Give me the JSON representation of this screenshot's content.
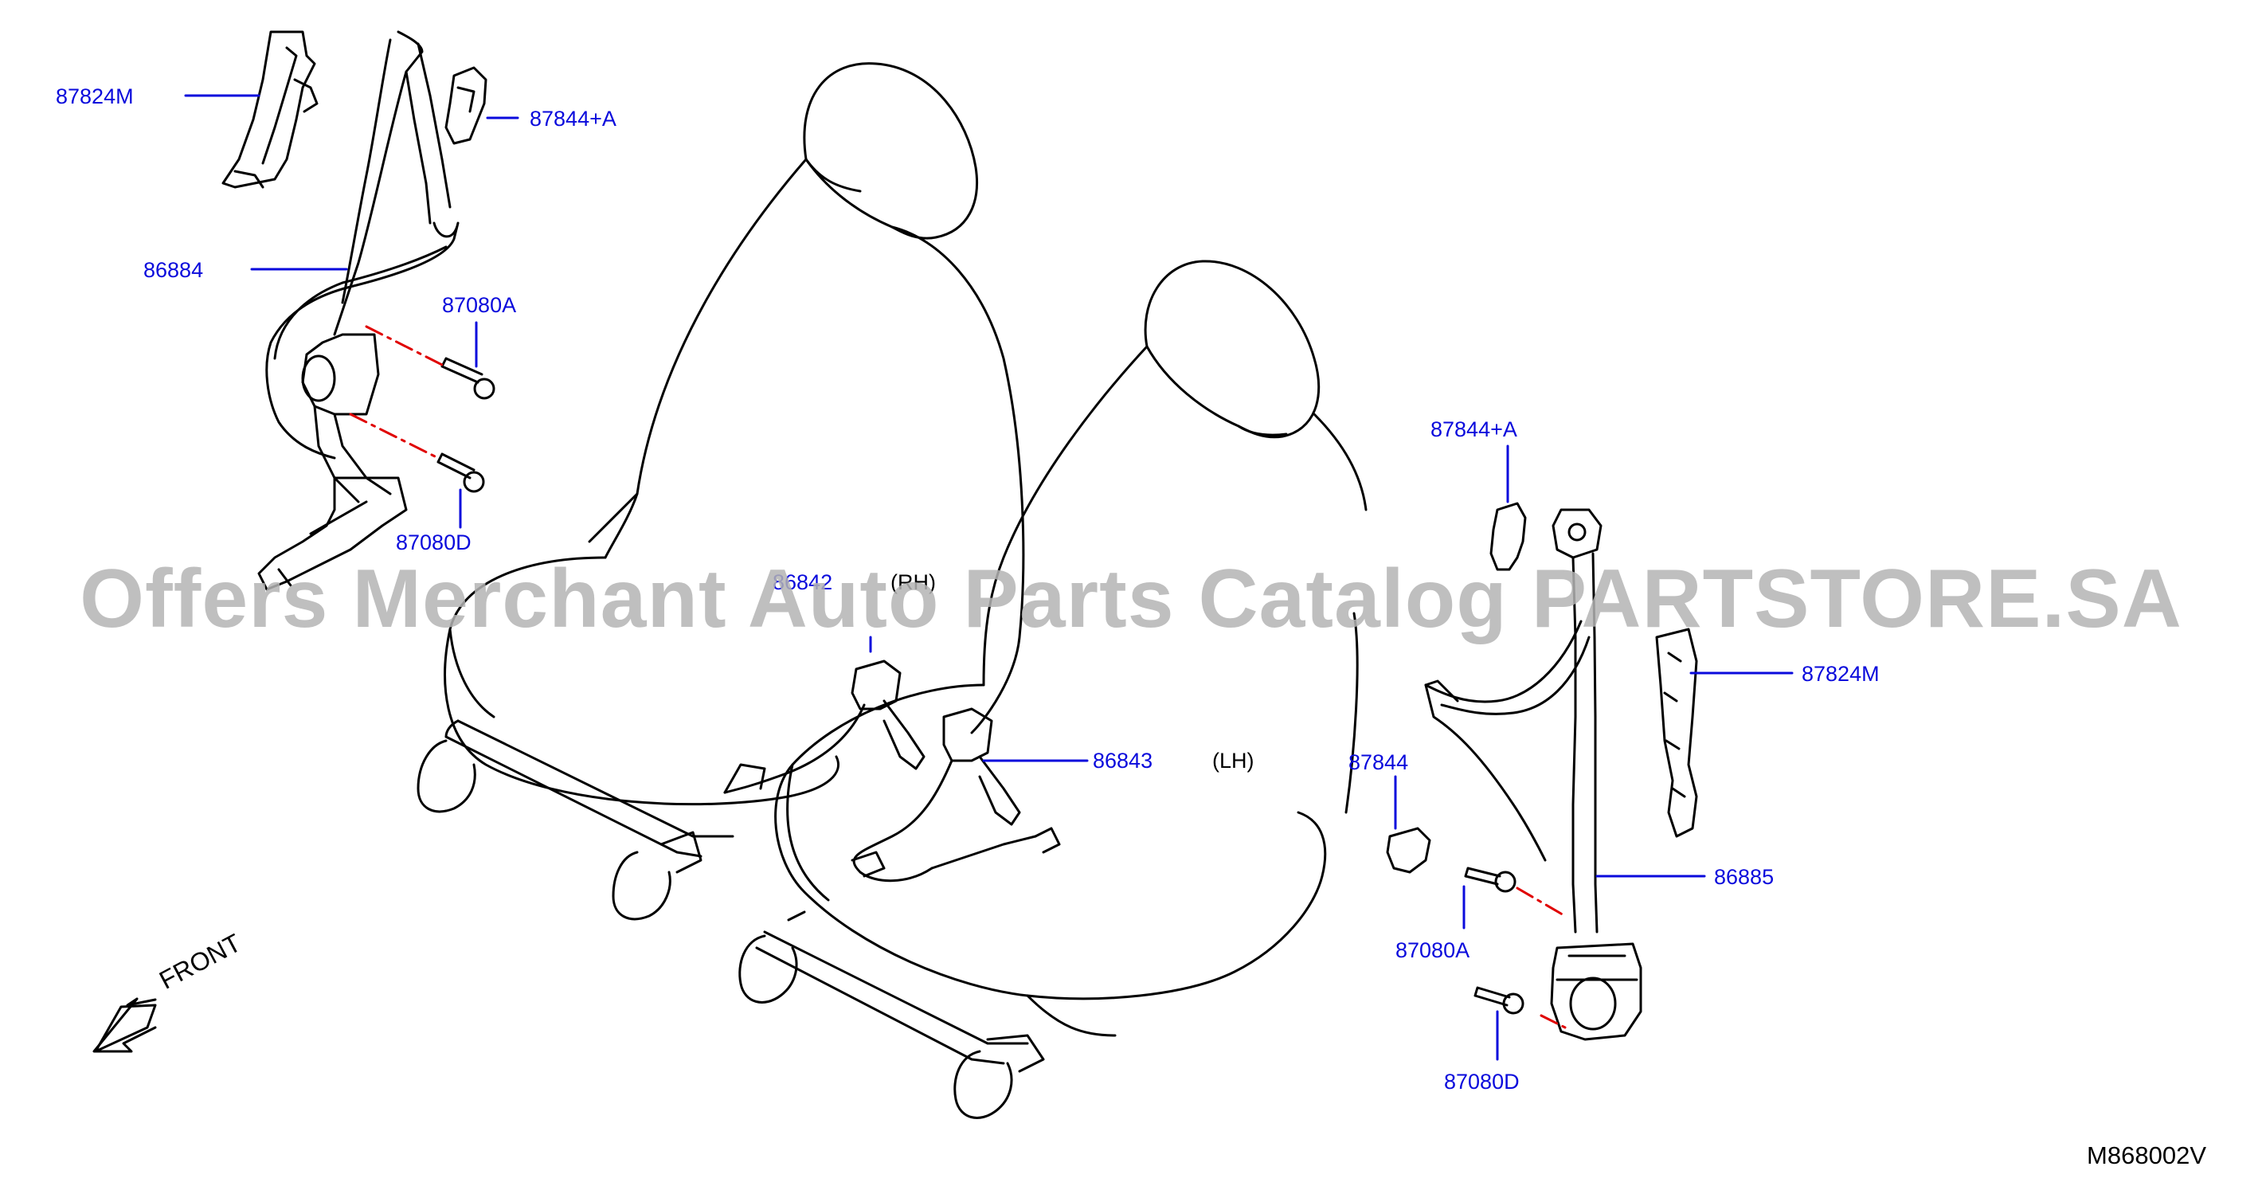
{
  "colors": {
    "line": "#000000",
    "callout": "#0a0adc",
    "leader": "#0a0adc",
    "dashed_leader": "#e00000",
    "watermark": "#b4b4b4"
  },
  "watermark": "Offers Merchant Auto Parts Catalog PARTSTORE.SA",
  "drawing_code": "M868002V",
  "front_label": "FRONT",
  "icons": [
    "front-arrow-icon"
  ],
  "callouts": {
    "rh_retractor_guide": "87824M",
    "rh_cover_a": "87844+A",
    "rh_belt": "86884",
    "rh_bolt_a": "87080A",
    "rh_bolt_d": "87080D",
    "rh_buckle": "86842",
    "rh_side": "(RH)",
    "lh_buckle": "86843",
    "lh_side": "(LH)",
    "lh_cover_a": "87844+A",
    "lh_retractor_guide": "87824M",
    "lh_cover": "87844",
    "lh_belt": "86885",
    "lh_bolt_a": "87080A",
    "lh_bolt_d": "87080D"
  }
}
